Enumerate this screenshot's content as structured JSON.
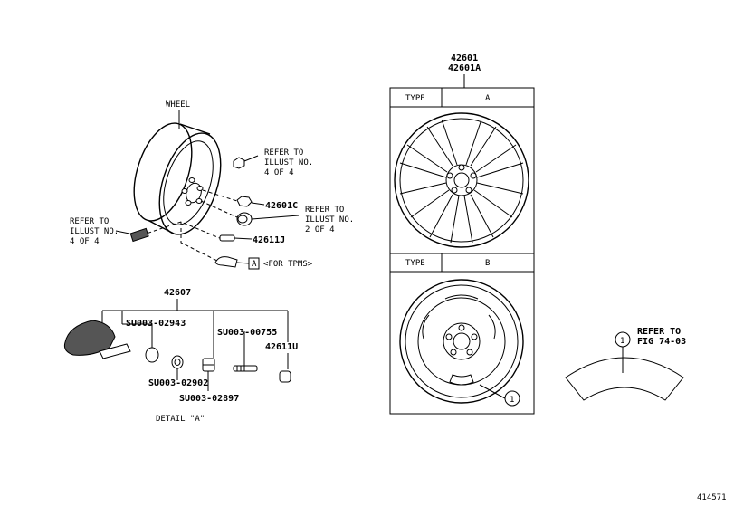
{
  "labels": {
    "wheel": "WHEEL",
    "refer_top_1": "REFER TO",
    "refer_top_2": "ILLUST NO.",
    "refer_top_3": "4 OF 4",
    "refer_left_1": "REFER TO",
    "refer_left_2": "ILLUST NO.",
    "refer_left_3": "4 OF 4",
    "refer_right_1": "REFER TO",
    "refer_right_2": "ILLUST NO.",
    "refer_right_3": "2 OF 4",
    "part_42601c": "42601C",
    "part_42611j": "42611J",
    "callout_a": "A",
    "for_tpms": "<FOR TPMS>",
    "part_42607": "42607",
    "su_02943": "SU003-02943",
    "su_00755": "SU003-00755",
    "part_42611u": "42611U",
    "su_02902": "SU003-02902",
    "su_02897": "SU003-02897",
    "detail_a": "DETAIL \"A\"",
    "part_42601": "42601",
    "part_42601a": "42601A",
    "type_header_1": "TYPE",
    "type_value_1": "A",
    "type_header_2": "TYPE",
    "type_value_2": "B",
    "callout_1_spare": "1",
    "callout_1_ref": "1",
    "refer_fig_1": "REFER TO",
    "refer_fig_2": "FIG 74-03",
    "illustration_id": "414571"
  }
}
